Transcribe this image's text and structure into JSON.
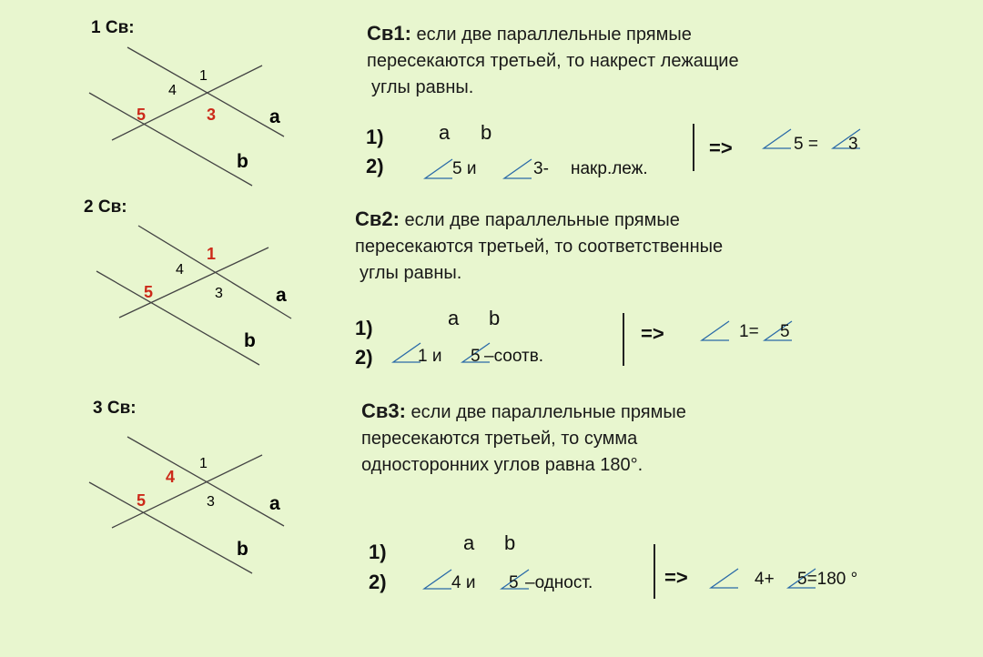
{
  "sections": [
    {
      "label": "1 Св:",
      "rule_title": "Св1:",
      "rule_lines": [
        "если две параллельные прямые",
        "пересекаются третьей, то накрест лежащие",
        "углы равны."
      ],
      "diagram": {
        "angles": [
          "1",
          "4",
          "5",
          "3"
        ],
        "highlight": [
          "5",
          "3"
        ],
        "line_a": "a",
        "line_b": "b"
      },
      "step1_num": "1)",
      "step1_a": "a",
      "step1_b": "b",
      "step2_num": "2)",
      "step2_angle1": "5 и",
      "step2_angle2": "3-",
      "step2_type": "накр.леж.",
      "implies": "=>",
      "conclusion_1": "5 =",
      "conclusion_2": "3"
    },
    {
      "label": "2 Св:",
      "rule_title": "Св2:",
      "rule_lines": [
        "если две параллельные прямые",
        "пересекаются третьей, то соответственные",
        "углы равны."
      ],
      "diagram": {
        "angles": [
          "1",
          "4",
          "5",
          "3"
        ],
        "highlight": [
          "1",
          "5"
        ],
        "line_a": "a",
        "line_b": "b"
      },
      "step1_num": "1)",
      "step1_a": "a",
      "step1_b": "b",
      "step2_num": "2)",
      "step2_angle1": "1 и",
      "step2_angle2": "5",
      "step2_type": "–соотв.",
      "implies": "=>",
      "conclusion_1": "1=",
      "conclusion_2": "5"
    },
    {
      "label": "3 Св:",
      "rule_title": "Св3:",
      "rule_lines": [
        "если две параллельные прямые",
        "пересекаются третьей, то сумма",
        "односторонних углов равна 180°."
      ],
      "diagram": {
        "angles": [
          "1",
          "4",
          "5",
          "3"
        ],
        "highlight": [
          "4",
          "5"
        ],
        "line_a": "a",
        "line_b": "b"
      },
      "step1_num": "1)",
      "step1_a": "a",
      "step1_b": "b",
      "step2_num": "2)",
      "step2_angle1": "4 и",
      "step2_angle2": "5",
      "step2_type": "–одност.",
      "implies": "=>",
      "conclusion_1": "4+",
      "conclusion_2": "5=180 °"
    }
  ],
  "colors": {
    "background": "#e8f6cf",
    "highlight": "#cc2a1a",
    "text": "#111111"
  },
  "icons": {
    "angle": "angle-symbol-icon",
    "parallel": "parallel-symbol-icon"
  }
}
